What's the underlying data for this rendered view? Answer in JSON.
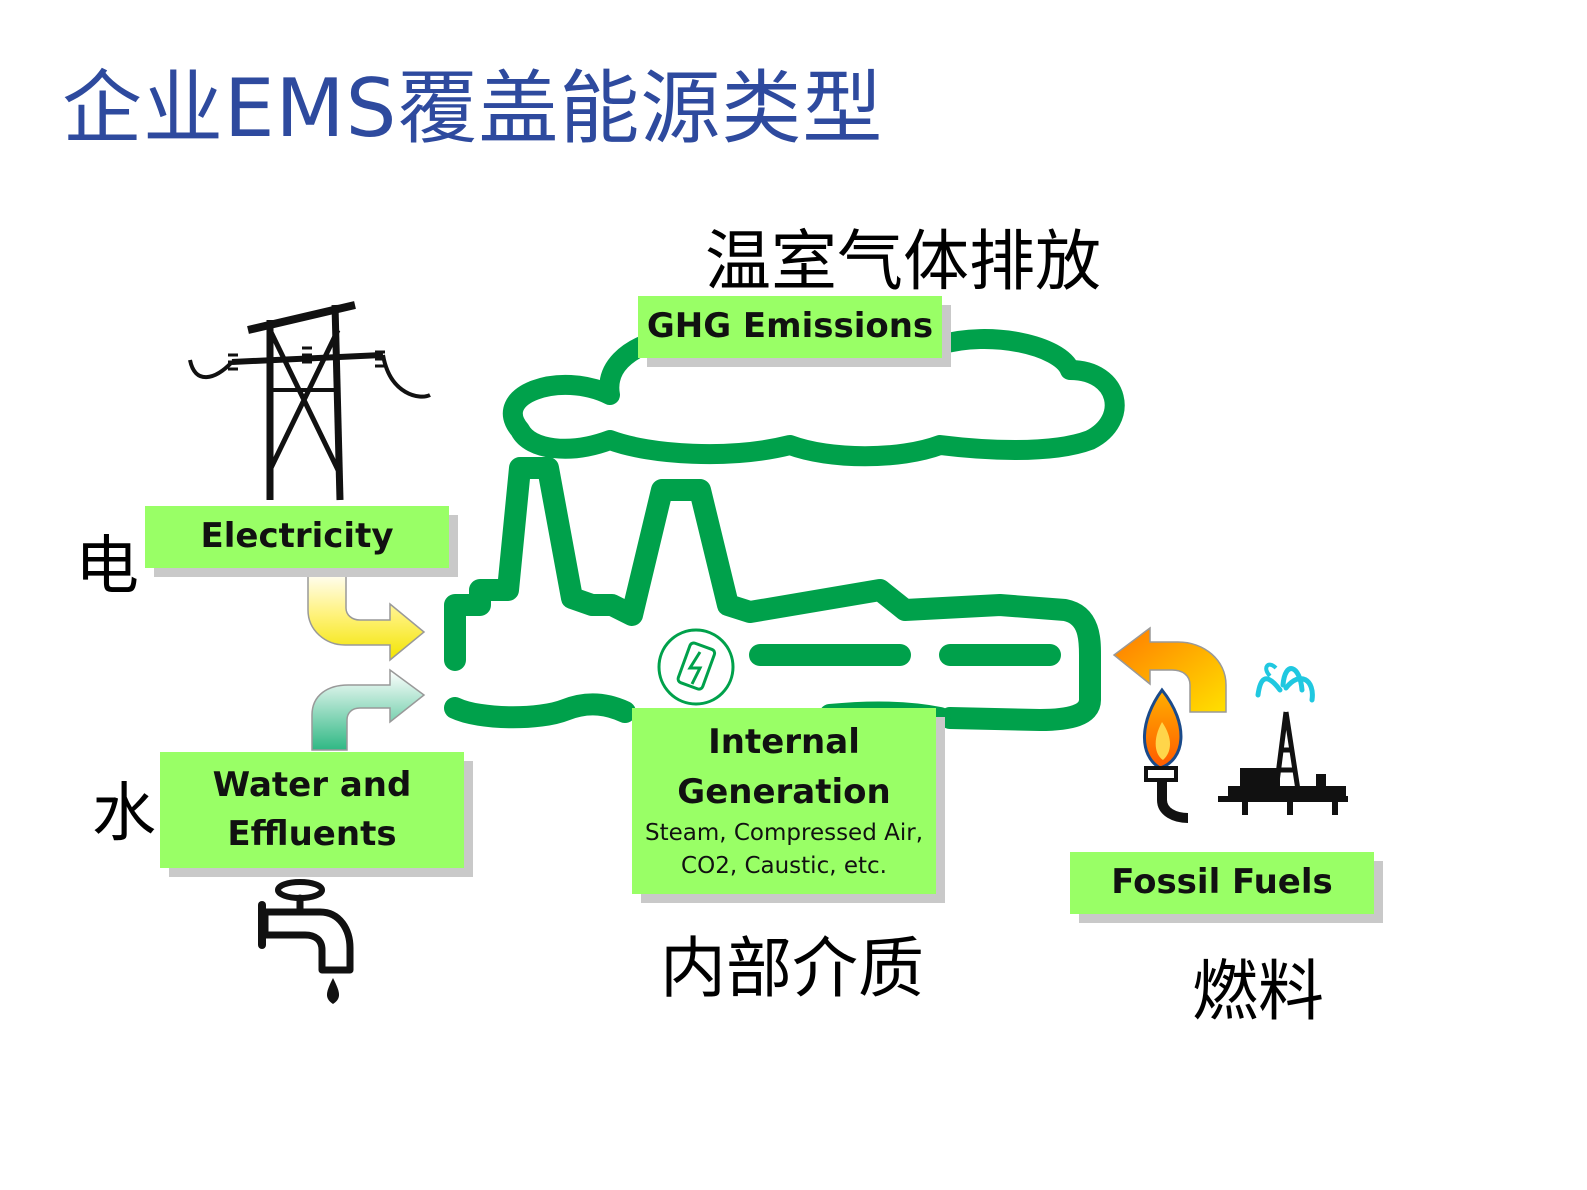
{
  "title": "企业EMS覆盖能源类型",
  "labels_cn": {
    "ghg": "温室气体排放",
    "electricity": "电",
    "water": "水",
    "internal": "内部介质",
    "fuels": "燃料"
  },
  "boxes": {
    "ghg": "GHG Emissions",
    "electricity": "Electricity",
    "water_line1": "Water and",
    "water_line2": "Effluents",
    "internal_line1": "Internal",
    "internal_line2": "Generation",
    "internal_sub1": "Steam, Compressed Air,",
    "internal_sub2": "CO2, Caustic, etc.",
    "fuels": "Fossil Fuels"
  },
  "icons": [
    "power-tower-icon",
    "faucet-icon",
    "flame-icon",
    "oil-rig-icon",
    "battery-recycle-icon",
    "factory-icon",
    "cloud-icon"
  ],
  "colors": {
    "title": "#2e4a9e",
    "factory_green": "#00a14b",
    "box_green": "#99ff66",
    "arrow_yellow": "#ffee44",
    "arrow_teal": "#55c7a0",
    "arrow_orange": "#ff8800"
  }
}
